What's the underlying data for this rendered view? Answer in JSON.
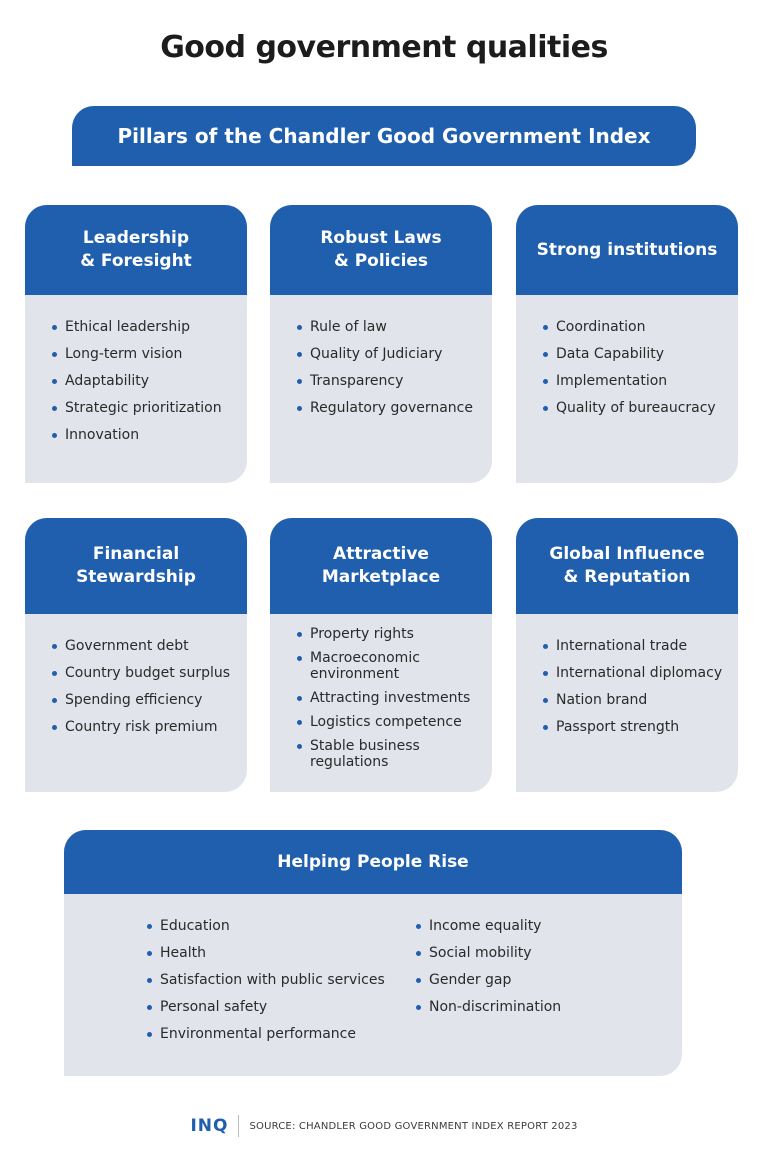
{
  "title": "Good government qualities",
  "banner": "Pillars of the Chandler Good Government Index",
  "accent_color": "#1f5fad",
  "panel_color": "#e1e4ea",
  "pillars": [
    {
      "title": "Leadership\n& Foresight",
      "items": [
        "Ethical leadership",
        "Long-term vision",
        "Adaptability",
        "Strategic prioritization",
        "Innovation"
      ]
    },
    {
      "title": "Robust Laws\n& Policies",
      "items": [
        "Rule of law",
        "Quality of Judiciary",
        "Transparency",
        "Regulatory governance"
      ]
    },
    {
      "title": "Strong institutions",
      "items": [
        "Coordination",
        "Data Capability",
        "Implementation",
        "Quality of bureaucracy"
      ]
    },
    {
      "title": "Financial\nStewardship",
      "items": [
        "Government debt",
        "Country budget surplus",
        "Spending efficiency",
        "Country risk premium"
      ]
    },
    {
      "title": "Attractive\nMarketplace",
      "items": [
        "Property rights",
        "Macroeconomic environment",
        "Attracting investments",
        "Logistics competence",
        "Stable business regulations"
      ]
    },
    {
      "title": "Global Influence\n& Reputation",
      "items": [
        "International trade",
        "International diplomacy",
        "Nation brand",
        "Passport strength"
      ]
    }
  ],
  "helping": {
    "title": "Helping People Rise",
    "left_items": [
      "Education",
      "Health",
      "Satisfaction with public services",
      "Personal safety",
      "Environmental performance"
    ],
    "right_items": [
      "Income equality",
      "Social mobility",
      "Gender gap",
      "Non-discrimination"
    ]
  },
  "footer": {
    "logo": "INQ",
    "source": "SOURCE: CHANDLER GOOD GOVERNMENT INDEX REPORT 2023"
  }
}
